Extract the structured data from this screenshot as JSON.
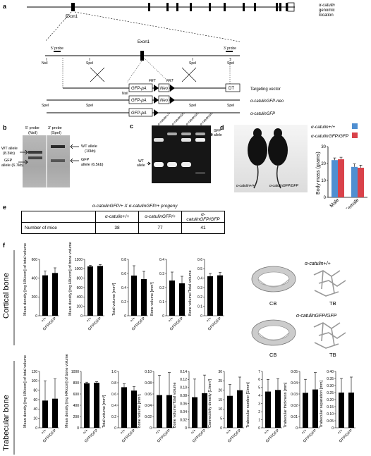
{
  "panel_labels": {
    "a": "a",
    "b": "b",
    "c": "c",
    "d": "d",
    "e": "e",
    "f": "f"
  },
  "panel_a": {
    "gene_label": "α-catulin",
    "gene_sublabel": "genomic",
    "gene_sublabel2": "location",
    "exon1": "Exon1",
    "probe5": "5' probe",
    "probe3": "3' probe",
    "nsil": "NsiI",
    "spel": "SpeI",
    "gfp_pa": "GFP-pA",
    "neo": "Neo",
    "frt": "FRT",
    "dt": "DT",
    "targeting_vector": "Targeting vector",
    "allele_neo": "α-catulinGFP-neo",
    "allele_gfp": "α-catulinGFP"
  },
  "panel_b": {
    "header_5": "5' probe",
    "header_5_sub": "(NsiI)",
    "header_3": "3' probe",
    "header_3_sub": "(SpeI)",
    "wt_left": "WT allele",
    "wt_left_size": "(8.3kb)",
    "gfp_left": "GFP",
    "gfp_left_size": "allele (6.7kb)",
    "wt_right": "WT allele",
    "wt_right_size": "(10kb)",
    "gfp_right": "GFP",
    "gfp_right_size": "allele (6.5kb)"
  },
  "panel_c": {
    "lanes": [
      "α-catulin+/+",
      "α-catulinGFP/+",
      "α-catulinGFP/+",
      "α-catulinGFP/GFP"
    ],
    "gfp_allele": "GFP",
    "gfp_allele2": "allele",
    "wt_allele": "WT",
    "wt_allele2": "allele"
  },
  "panel_d": {
    "photo_left": "α-catulin+/+",
    "photo_right": "α-catulinGFP/GFP",
    "legend": [
      {
        "label": "α-catulin+/+",
        "color": "#4f8fd1"
      },
      {
        "label": "α-catulinGFP/GFP",
        "color": "#d9424a"
      }
    ],
    "chart_data": {
      "type": "bar",
      "categories": [
        "Male",
        "Female"
      ],
      "series": [
        {
          "name": "α-catulin+/+",
          "values": [
            22,
            18
          ],
          "errors": [
            1.3,
            1.8
          ]
        },
        {
          "name": "α-catulinGFP/GFP",
          "values": [
            22.5,
            17.5
          ],
          "errors": [
            1.2,
            1.5
          ]
        }
      ],
      "ylabel": "Body mass (grams)",
      "ylim": [
        0,
        30
      ],
      "yticks": [
        "0",
        "10",
        "20",
        "30"
      ]
    }
  },
  "panel_e": {
    "title": "α-catulinGFP/+ X α-catulinGFP/+ progeny",
    "headers": [
      "α-catulin+/+",
      "α-catulinGFP/+",
      "α-catulinGFP/GFP"
    ],
    "row_label": "Number of mice",
    "values": [
      "38",
      "77",
      "41"
    ]
  },
  "panel_f": {
    "cortical_label": "Cortical bone",
    "trabecular_label": "Trabecular bone",
    "wt_label": "α-catulin+/+",
    "ko_label": "α-catulinGFP/GFP",
    "cb": "CB",
    "tb": "TB",
    "groups": [
      "+/+",
      "GFP/GFP"
    ],
    "cortical_charts": [
      {
        "ylabel": "Mean density [mg HA/ccm] of total volume",
        "yticks": [
          "0",
          "200",
          "400",
          "600"
        ],
        "ymax": 600,
        "values": [
          430,
          455
        ],
        "errors": [
          45,
          55
        ]
      },
      {
        "ylabel": "Mean density [mg HA/ccm] of bone volume",
        "yticks": [
          "0",
          "200",
          "400",
          "600",
          "800",
          "1000",
          "1200"
        ],
        "ymax": 1200,
        "values": [
          1050,
          1060
        ],
        "errors": [
          25,
          30
        ]
      },
      {
        "ylabel": "Total volume [mm³]",
        "yticks": [
          "0",
          "0.2",
          "0.4",
          "0.6",
          "0.8"
        ],
        "ymax": 0.8,
        "values": [
          0.57,
          0.52
        ],
        "errors": [
          0.14,
          0.11
        ]
      },
      {
        "ylabel": "Bone volume [mm³]",
        "yticks": [
          "0",
          "0.1",
          "0.2",
          "0.3",
          "0.4"
        ],
        "ymax": 0.4,
        "values": [
          0.25,
          0.23
        ],
        "errors": [
          0.06,
          0.05
        ]
      },
      {
        "ylabel": "Bone volume/Total volume",
        "yticks": [
          "0",
          "0.1",
          "0.2",
          "0.3",
          "0.4",
          "0.5",
          "0.6"
        ],
        "ymax": 0.6,
        "values": [
          0.42,
          0.43
        ],
        "errors": [
          0.03,
          0.03
        ]
      }
    ],
    "trabecular_charts": [
      {
        "ylabel": "Mean density [mg HA/ccm] of total volume",
        "yticks": [
          "0",
          "20",
          "40",
          "60",
          "80",
          "100",
          "120"
        ],
        "ymax": 120,
        "values": [
          58,
          62
        ],
        "errors": [
          42,
          42
        ]
      },
      {
        "ylabel": "Mean density [mg HA/ccm] of bone volume",
        "yticks": [
          "0",
          "200",
          "400",
          "600",
          "800",
          "1000"
        ],
        "ymax": 1000,
        "values": [
          790,
          800
        ],
        "errors": [
          20,
          18
        ]
      },
      {
        "ylabel": "Total volume [mm³]",
        "yticks": [
          "0",
          "0.2",
          "0.4",
          "0.6",
          "0.8",
          "1.0"
        ],
        "ymax": 1.0,
        "values": [
          0.72,
          0.66
        ],
        "errors": [
          0.06,
          0.07
        ]
      },
      {
        "ylabel": "Bone volume [mm³]",
        "yticks": [
          "0",
          "0.02",
          "0.04",
          "0.06",
          "0.08",
          "0.10"
        ],
        "ymax": 0.1,
        "values": [
          0.058,
          0.058
        ],
        "errors": [
          0.035,
          0.04
        ]
      },
      {
        "ylabel": "Bone volume/Total volume",
        "yticks": [
          "0",
          "0.02",
          "0.04",
          "0.06",
          "0.08",
          "0.10",
          "0.12",
          "0.14"
        ],
        "ymax": 0.14,
        "values": [
          0.076,
          0.086
        ],
        "errors": [
          0.045,
          0.045
        ]
      },
      {
        "ylabel": "Connectivity density [1/mm³]",
        "yticks": [
          "0",
          "5",
          "10",
          "15",
          "20",
          "25",
          "30"
        ],
        "ymax": 30,
        "values": [
          17,
          20
        ],
        "errors": [
          6,
          7
        ]
      },
      {
        "ylabel": "Trabecular number [1/mm]",
        "yticks": [
          "0",
          "1",
          "2",
          "3",
          "4",
          "5",
          "6",
          "7"
        ],
        "ymax": 7,
        "values": [
          4.5,
          4.7
        ],
        "errors": [
          1.5,
          1.4
        ]
      },
      {
        "ylabel": "Trabecular thickness [mm]",
        "yticks": [
          "0",
          "0.01",
          "0.02",
          "0.03",
          "0.04",
          "0.05"
        ],
        "ymax": 0.05,
        "values": [
          0.031,
          0.034
        ],
        "errors": [
          0.012,
          0.015
        ]
      },
      {
        "ylabel": "Trabecular separation [mm]",
        "yticks": [
          "0",
          "0.05",
          "0.10",
          "0.15",
          "0.20",
          "0.25",
          "0.30",
          "0.35",
          "0.40"
        ],
        "ymax": 0.4,
        "values": [
          0.25,
          0.25
        ],
        "errors": [
          0.1,
          0.11
        ]
      }
    ]
  }
}
